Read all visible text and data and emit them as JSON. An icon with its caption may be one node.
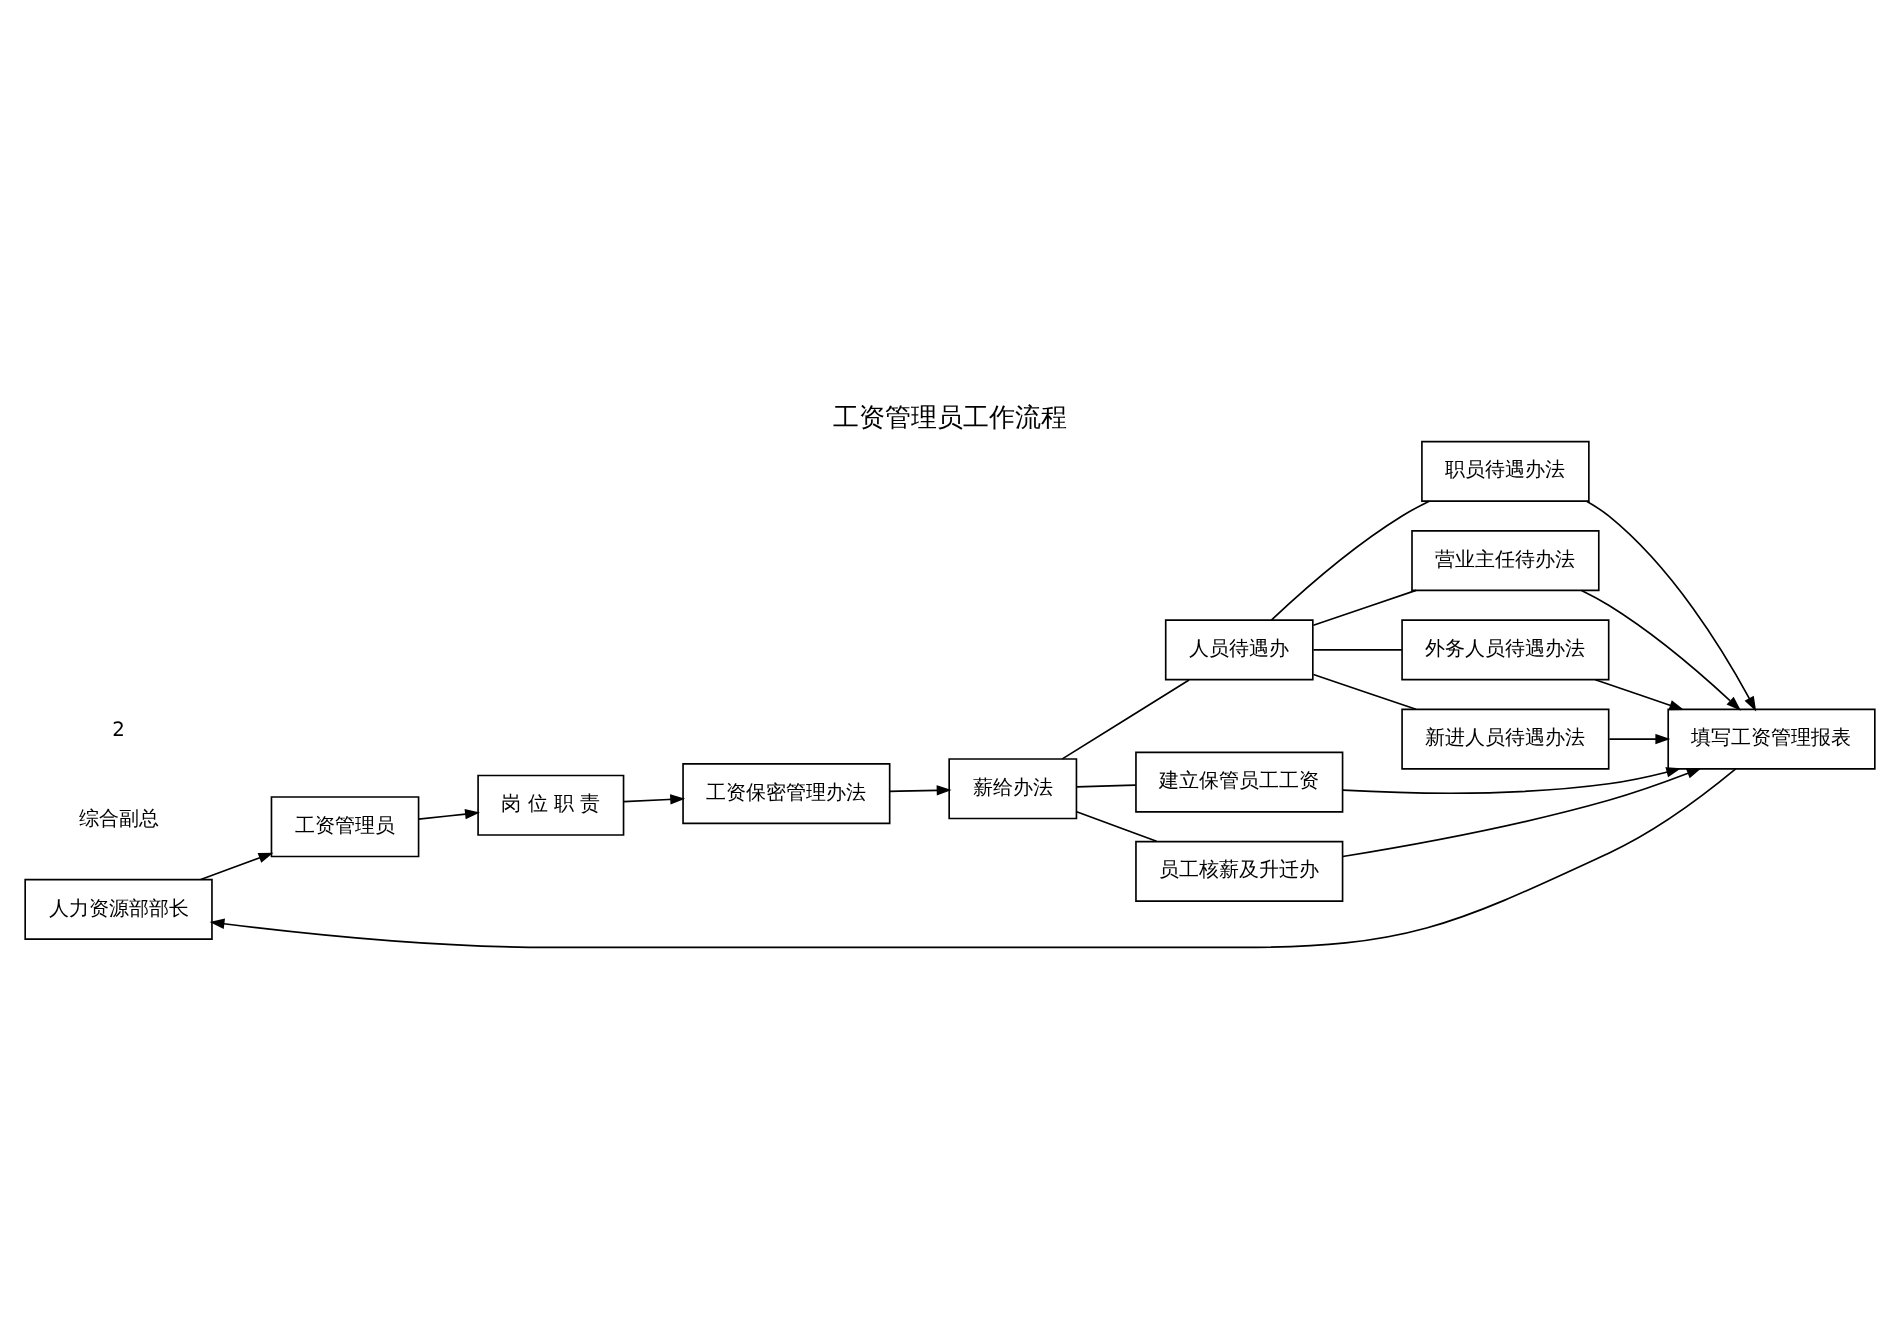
{
  "diagram": {
    "title": "工资管理员工作流程",
    "nodes": [
      {
        "text": [
          "人力资源部部长"
        ]
      },
      {
        "text": [
          "工资管理员"
        ]
      },
      {
        "text": [
          "岗 位 职 责"
        ]
      },
      {
        "text": [
          "工资保密管理办法"
        ]
      },
      {
        "text": [
          "薪给办法"
        ]
      },
      {
        "text": [
          "职员待遇办法"
        ]
      },
      {
        "text": [
          "营业主任待办法"
        ]
      },
      {
        "text": [
          "外务人员待遇办法"
        ]
      },
      {
        "text": [
          "新进人员待遇办法"
        ]
      },
      {
        "text": [
          "人员待遇办"
        ]
      },
      {
        "text": [
          "填写工资管理报表"
        ]
      },
      {
        "text": [
          "建立保管员工工资"
        ]
      },
      {
        "text": [
          "员工核薪及升迁办"
        ]
      }
    ],
    "edges": [
      {
        "from": 0,
        "to": 1,
        "arrow": "to"
      },
      {
        "from": 1,
        "to": 2,
        "arrow": "to"
      },
      {
        "from": 2,
        "to": 3,
        "arrow": "to"
      },
      {
        "from": 3,
        "to": 4,
        "arrow": "to"
      },
      {
        "from": 4,
        "to": 9,
        "arrow": "none"
      },
      {
        "from": 4,
        "to": 11,
        "arrow": "none"
      },
      {
        "from": 4,
        "to": 12,
        "arrow": "none"
      },
      {
        "from": 9,
        "to": 5,
        "arrow": "none"
      },
      {
        "from": 9,
        "to": 6,
        "arrow": "none"
      },
      {
        "from": 9,
        "to": 7,
        "arrow": "none"
      },
      {
        "from": 9,
        "to": 8,
        "arrow": "none"
      },
      {
        "from": 5,
        "to": 10,
        "arrow": "to"
      },
      {
        "from": 6,
        "to": 10,
        "arrow": "to"
      },
      {
        "from": 7,
        "to": 10,
        "arrow": "to"
      },
      {
        "from": 8,
        "to": 10,
        "arrow": "to"
      },
      {
        "from": 11,
        "to": 10,
        "arrow": "to"
      },
      {
        "from": 12,
        "to": 10,
        "arrow": "to"
      },
      {
        "from": 10,
        "to": 0,
        "arrow": "to"
      }
    ],
    "labels": [
      "综合副总",
      "2"
    ]
  }
}
